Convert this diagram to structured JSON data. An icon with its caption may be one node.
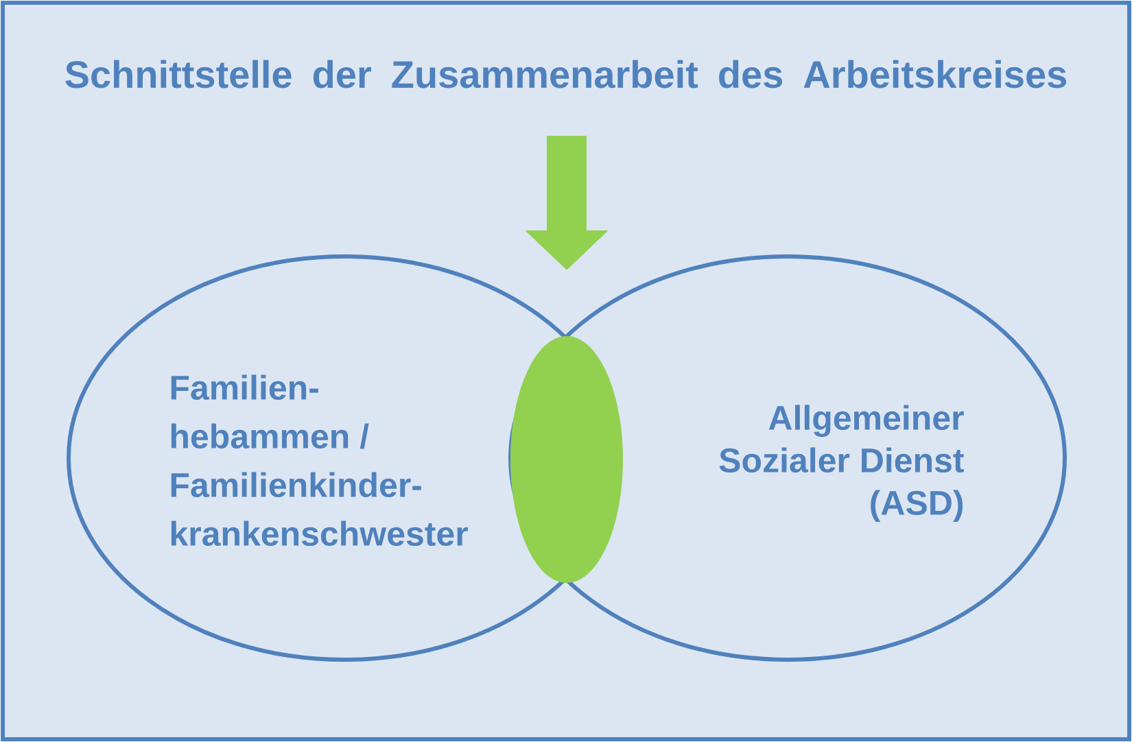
{
  "diagram": {
    "title": "Schnittstelle der Zusammenarbeit des Arbeitskreises",
    "nodes": [
      {
        "text": [
          "Familien- hebammen / Familienkinder- krankenschwester"
        ]
      },
      {
        "text": [],
        "shape": "ellipse"
      },
      {
        "text": [
          "Allgemeiner Sozialer Dienst (ASD)"
        ]
      }
    ]
  }
}
